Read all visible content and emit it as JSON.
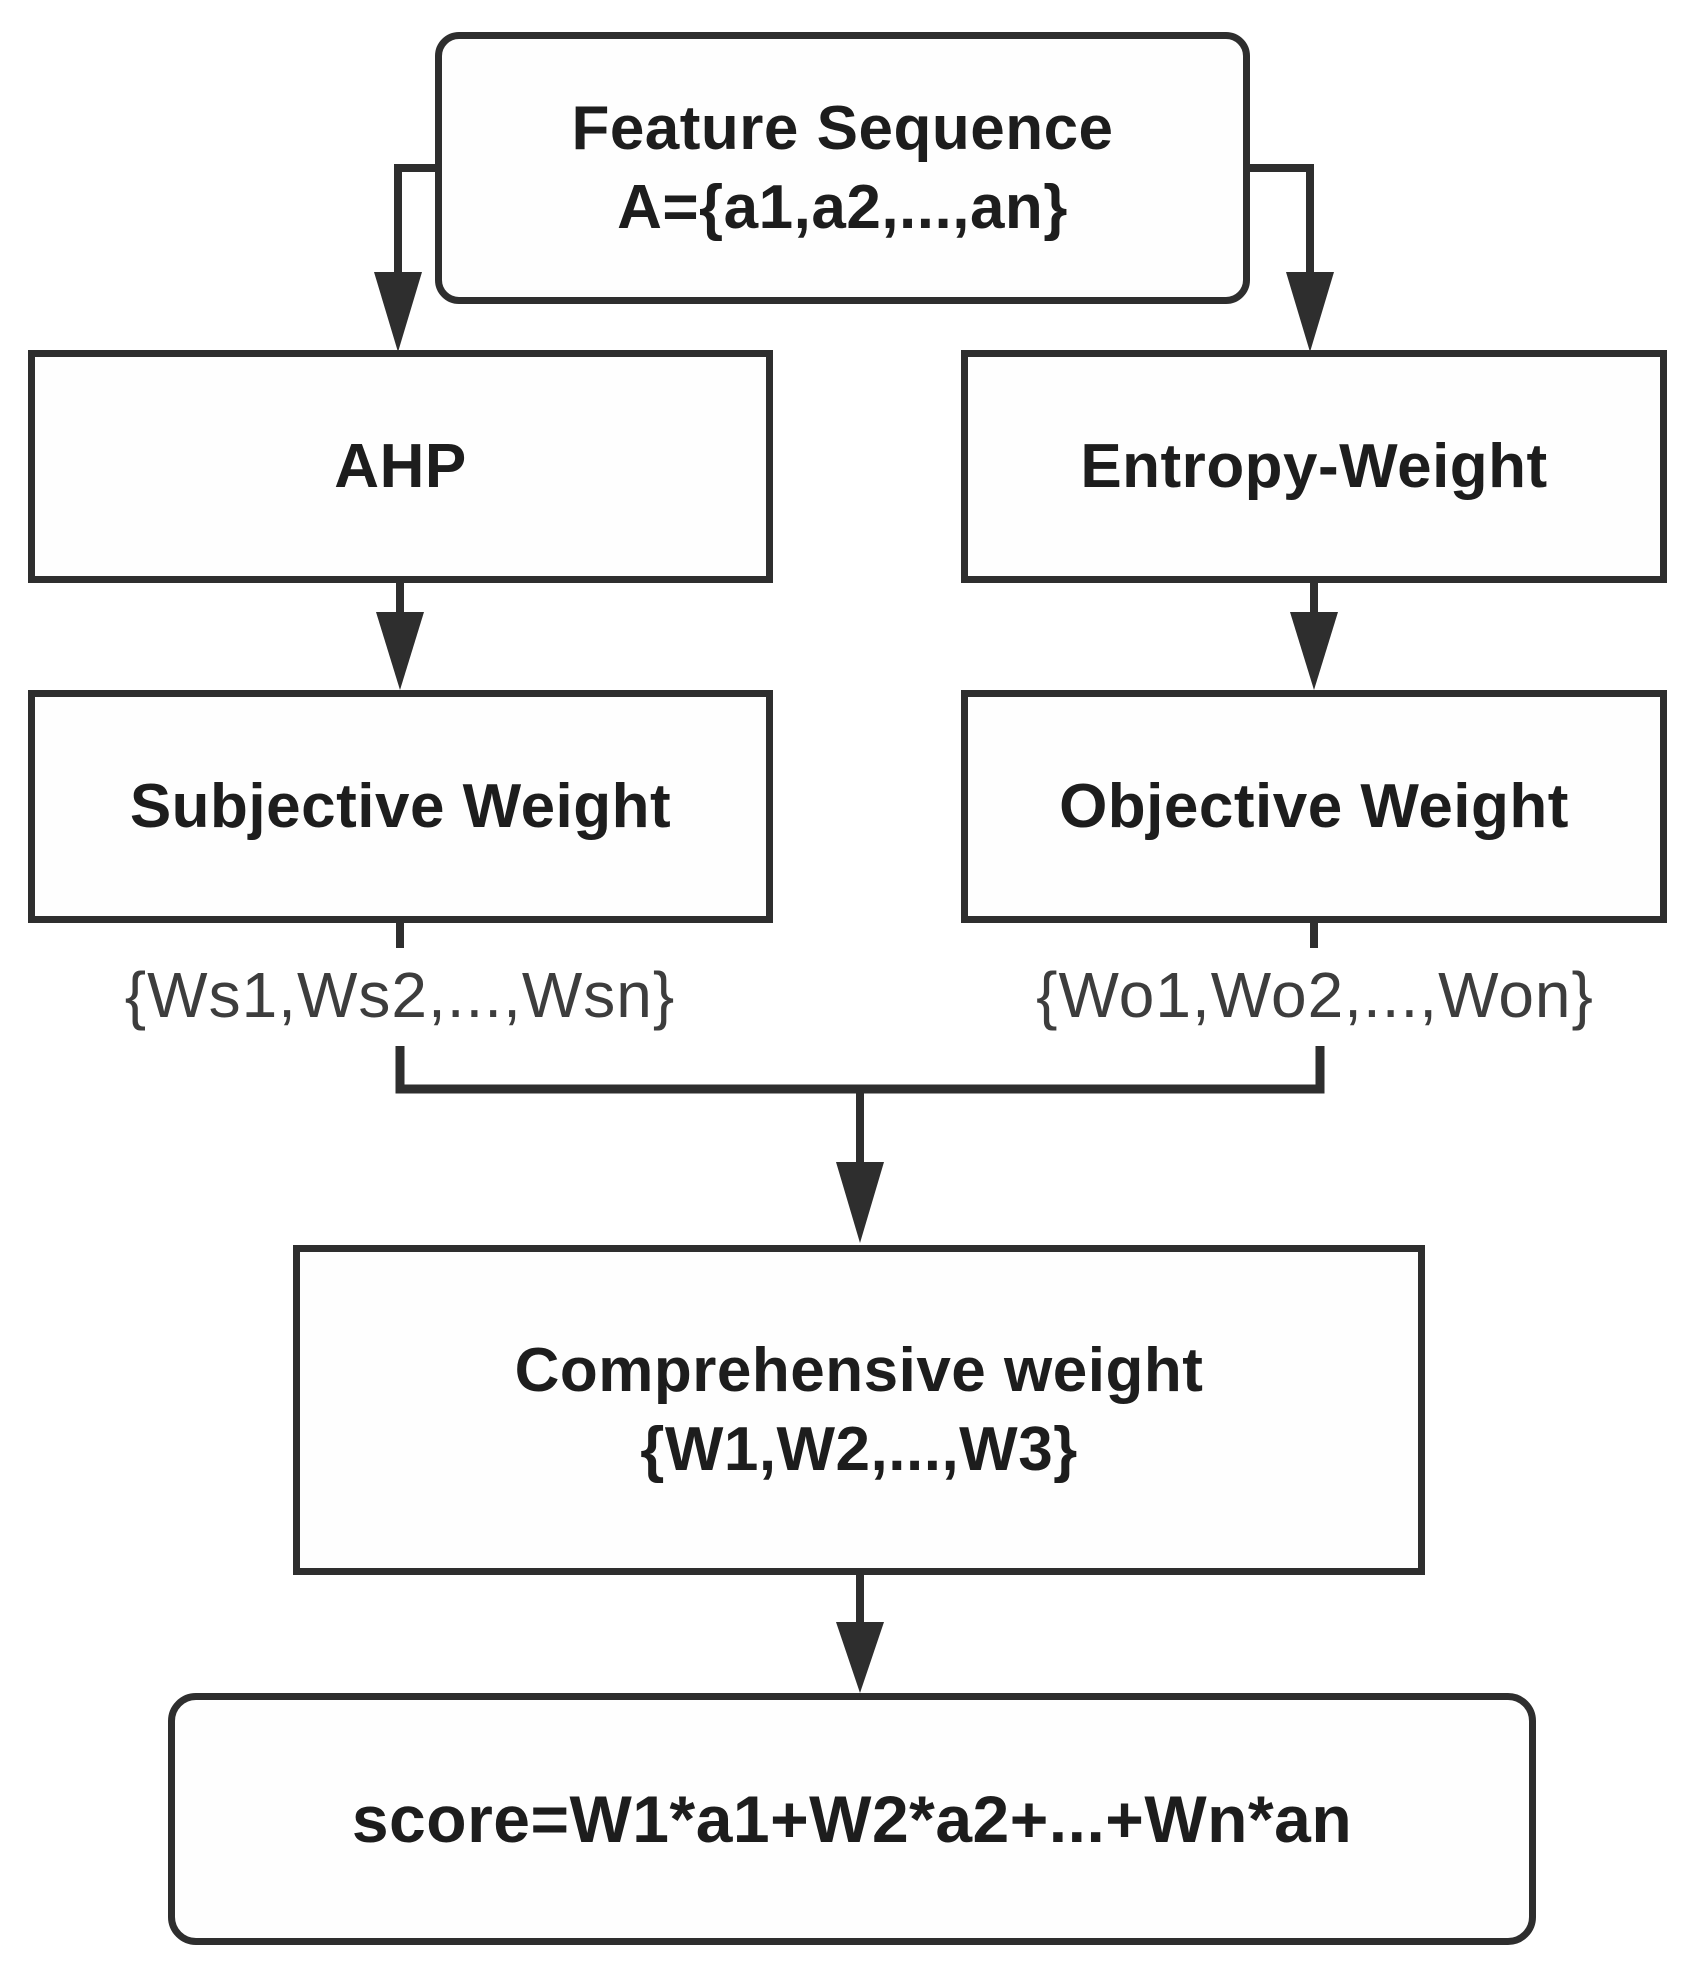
{
  "diagram": {
    "background": "#ffffff",
    "line_color": "#2e2e2e",
    "text_color": "#1d1d1d",
    "set_text_color": "#3d3d3d",
    "nodes": {
      "feature_sequence": {
        "line1": "Feature Sequence",
        "line2": "A={a1,a2,...,an}"
      },
      "ahp": {
        "label": "AHP"
      },
      "entropy_weight": {
        "label": "Entropy-Weight"
      },
      "subjective_weight": {
        "label": "Subjective Weight"
      },
      "objective_weight": {
        "label": "Objective Weight"
      },
      "subjective_set": {
        "label": "{Ws1,Ws2,...,Wsn}"
      },
      "objective_set": {
        "label": "{Wo1,Wo2,...,Won}"
      },
      "comprehensive_weight": {
        "line1": "Comprehensive weight",
        "line2": "{W1,W2,...,W3}"
      },
      "score": {
        "label": "score=W1*a1+W2*a2+...+Wn*an"
      }
    },
    "edges": [
      {
        "from": "feature_sequence",
        "to": "ahp"
      },
      {
        "from": "feature_sequence",
        "to": "entropy_weight"
      },
      {
        "from": "ahp",
        "to": "subjective_weight"
      },
      {
        "from": "entropy_weight",
        "to": "objective_weight"
      },
      {
        "from": "subjective_weight",
        "to": "comprehensive_weight",
        "via": "subjective_set"
      },
      {
        "from": "objective_weight",
        "to": "comprehensive_weight",
        "via": "objective_set"
      },
      {
        "from": "comprehensive_weight",
        "to": "score"
      }
    ]
  }
}
